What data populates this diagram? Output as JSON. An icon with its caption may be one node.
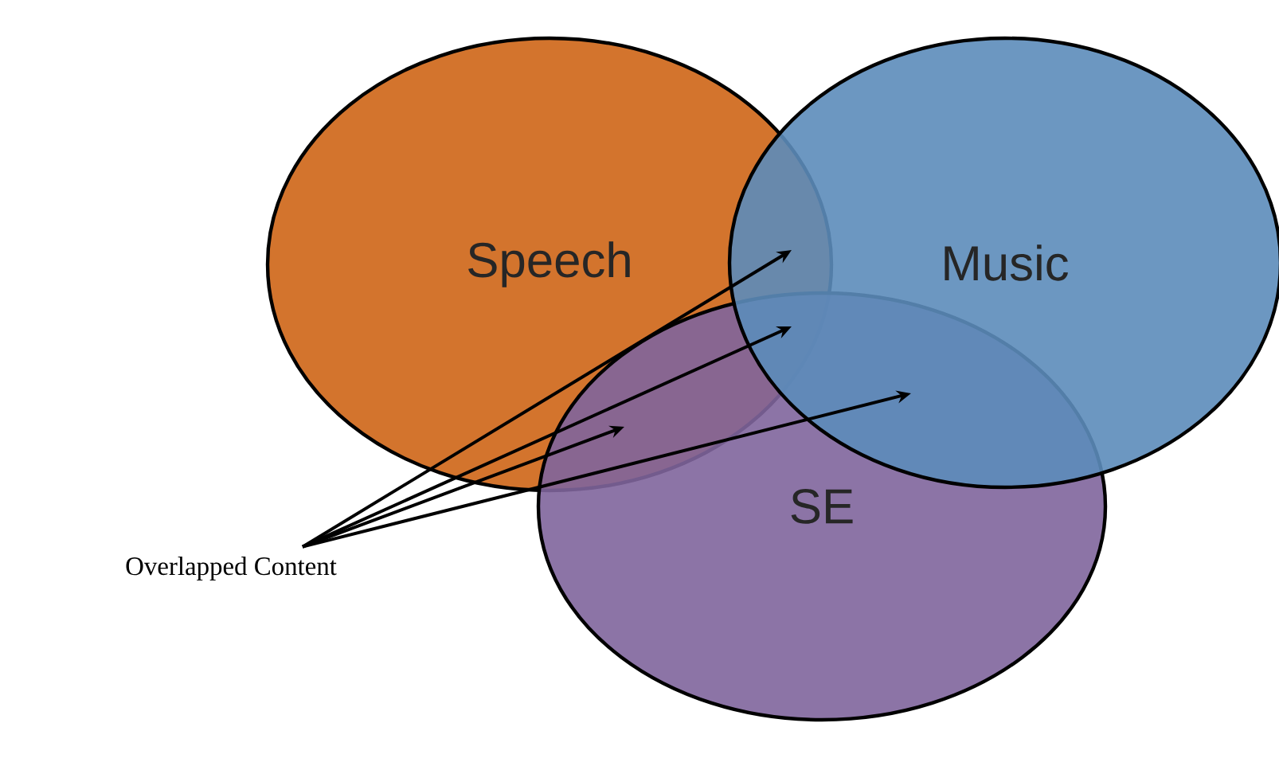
{
  "diagram": {
    "nodes": [
      {
        "text": [
          "Speech"
        ]
      },
      {
        "text": [
          "Music"
        ]
      },
      {
        "text": [
          "SE"
        ]
      },
      {
        "text": [
          "Overlapped Content"
        ]
      }
    ],
    "edges": [
      {
        "from": 3,
        "to": 1,
        "arrow": "to"
      },
      {
        "from": 3,
        "to": 2,
        "arrow": "to"
      },
      {
        "from": 3,
        "to": 2,
        "arrow": "to"
      },
      {
        "from": 3,
        "to": 2,
        "arrow": "to"
      }
    ]
  }
}
